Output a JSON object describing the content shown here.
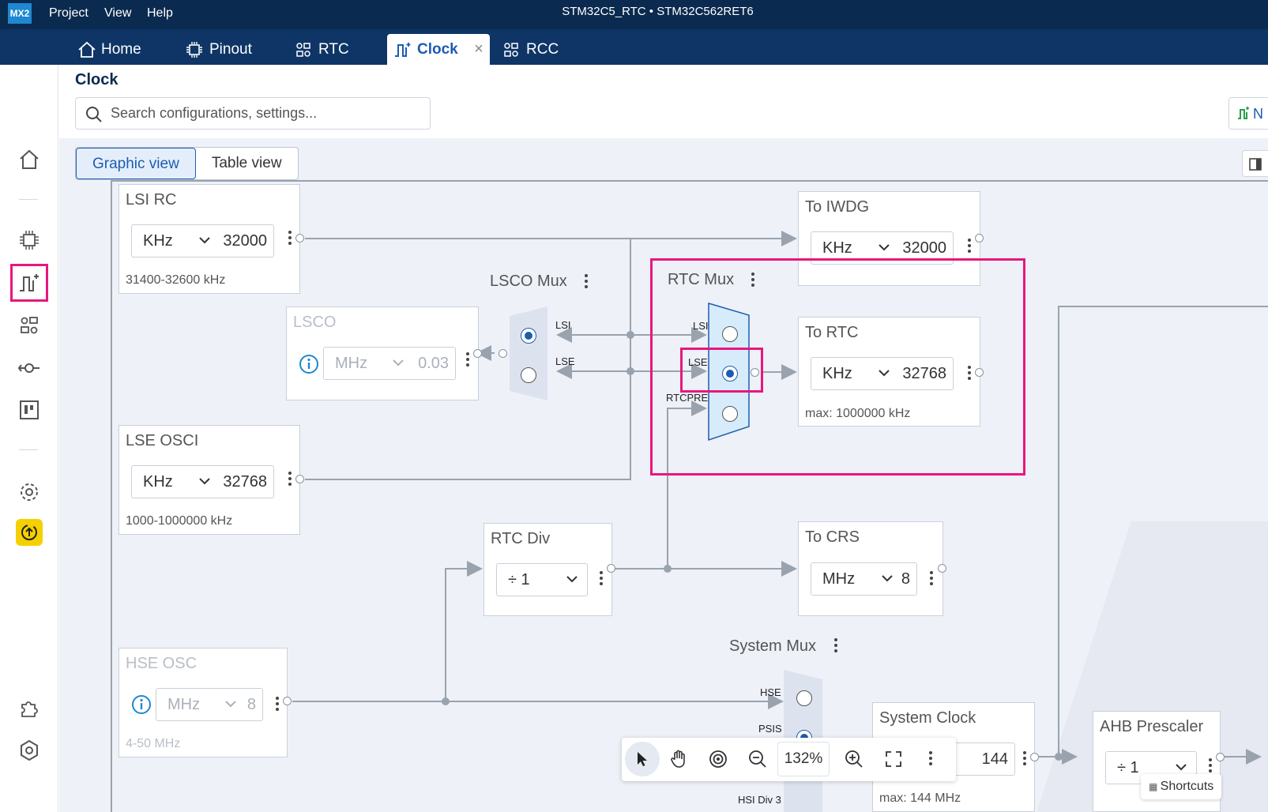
{
  "app": {
    "logo": "MX2",
    "menu": [
      "Project",
      "View",
      "Help"
    ],
    "window_title": "STM32C5_RTC  •  STM32C562RET6"
  },
  "tabs": [
    {
      "label": "Home",
      "icon": "home-icon"
    },
    {
      "label": "Pinout",
      "icon": "chip-icon"
    },
    {
      "label": "RTC",
      "icon": "peripheral-icon"
    },
    {
      "label": "Clock",
      "icon": "clock-wave-icon",
      "active": true
    },
    {
      "label": "RCC",
      "icon": "peripheral-icon"
    }
  ],
  "header": {
    "title": "Clock",
    "search_placeholder": "Search configurations, settings...",
    "right_button_label": "N"
  },
  "view_toggle": {
    "graphic": "Graphic view",
    "table": "Table view"
  },
  "blocks": {
    "lsi_rc": {
      "title": "LSI RC",
      "unit": "KHz",
      "value": "32000",
      "range": "31400-32600 kHz"
    },
    "lsco": {
      "title": "LSCO",
      "unit": "MHz",
      "value": "0.03"
    },
    "lse_osc": {
      "title": "LSE OSCI",
      "unit": "KHz",
      "value": "32768",
      "range": "1000-1000000 kHz"
    },
    "hse_osc": {
      "title": "HSE OSC",
      "unit": "MHz",
      "value": "8",
      "range": "4-50 MHz"
    },
    "to_iwdg": {
      "title": "To IWDG",
      "unit": "KHz",
      "value": "32000"
    },
    "to_rtc": {
      "title": "To RTC",
      "unit": "KHz",
      "value": "32768",
      "max": "max: 1000000 kHz"
    },
    "rtc_div": {
      "title": "RTC Div",
      "value": "÷ 1"
    },
    "to_crs": {
      "title": "To CRS",
      "unit": "MHz",
      "value": "8"
    },
    "system_clock": {
      "title": "System Clock",
      "value": "144",
      "max": "max: 144 MHz"
    },
    "ahb_prescaler": {
      "title": "AHB Prescaler",
      "value": "÷ 1"
    }
  },
  "muxes": {
    "lsco_mux": {
      "title": "LSCO Mux",
      "inputs": [
        "LSI",
        "LSE"
      ],
      "selected": "LSI"
    },
    "rtc_mux": {
      "title": "RTC Mux",
      "inputs": [
        "LSI",
        "LSE",
        "RTCPRE"
      ],
      "selected": "LSE"
    },
    "system_mux": {
      "title": "System Mux",
      "inputs": [
        "HSE",
        "PSIS",
        "HSI Div 3"
      ],
      "selected": "PSIS"
    }
  },
  "toolbar": {
    "zoom": "132%",
    "shortcuts": "Shortcuts"
  },
  "colors": {
    "titlebar": "#0b2a4f",
    "tabbar": "#0e3566",
    "accent": "#1e5cb0",
    "highlight": "#e8177d"
  }
}
